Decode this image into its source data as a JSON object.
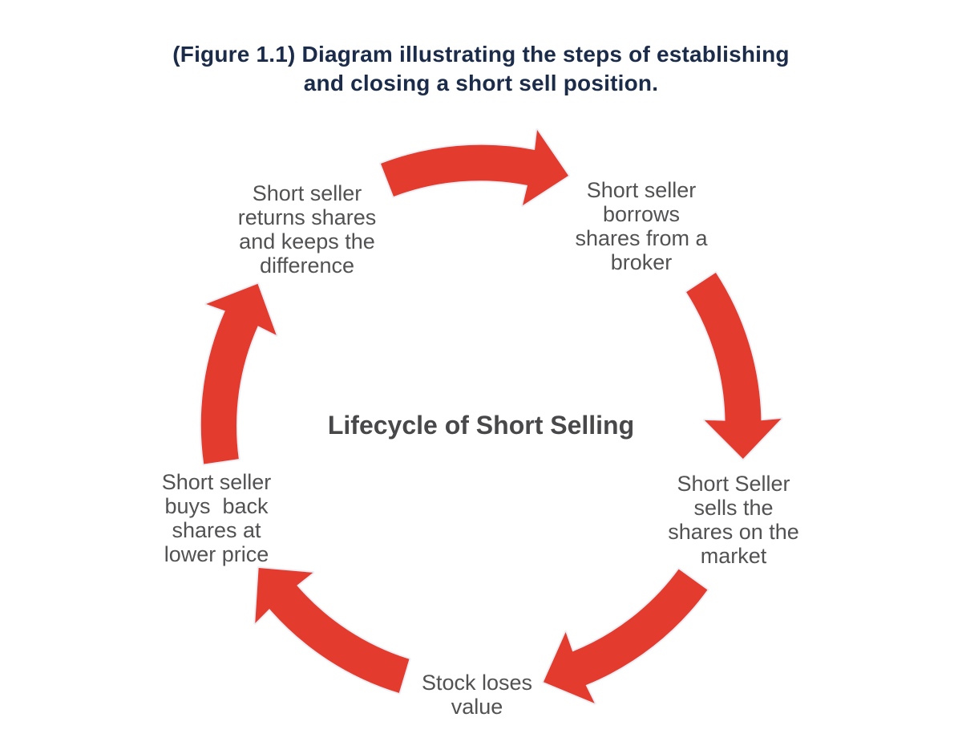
{
  "figure_title": {
    "line1": "(Figure 1.1) Diagram illustrating the steps of establishing",
    "line2": "and closing a short sell position."
  },
  "diagram": {
    "center_title": "Lifecycle of Short Selling",
    "steps": [
      {
        "id": "borrow",
        "lines": [
          "Short seller",
          "borrows",
          "shares from a",
          "broker"
        ]
      },
      {
        "id": "sell",
        "lines": [
          "Short Seller",
          "sells the",
          "shares on the",
          "market"
        ]
      },
      {
        "id": "lose",
        "lines": [
          "Stock loses",
          "value"
        ]
      },
      {
        "id": "buyback",
        "lines": [
          "Short seller",
          "buys  back",
          "shares at",
          "lower price"
        ]
      },
      {
        "id": "return",
        "lines": [
          "Short seller",
          "returns shares",
          "and keeps the",
          "difference"
        ]
      }
    ]
  },
  "colors": {
    "arrow": "#e43b2f",
    "arrow_outline": "#eeeef5",
    "figure_title": "#1b2b4a",
    "step_label": "#525254",
    "center_title": "#48484a",
    "background": "#ffffff"
  }
}
